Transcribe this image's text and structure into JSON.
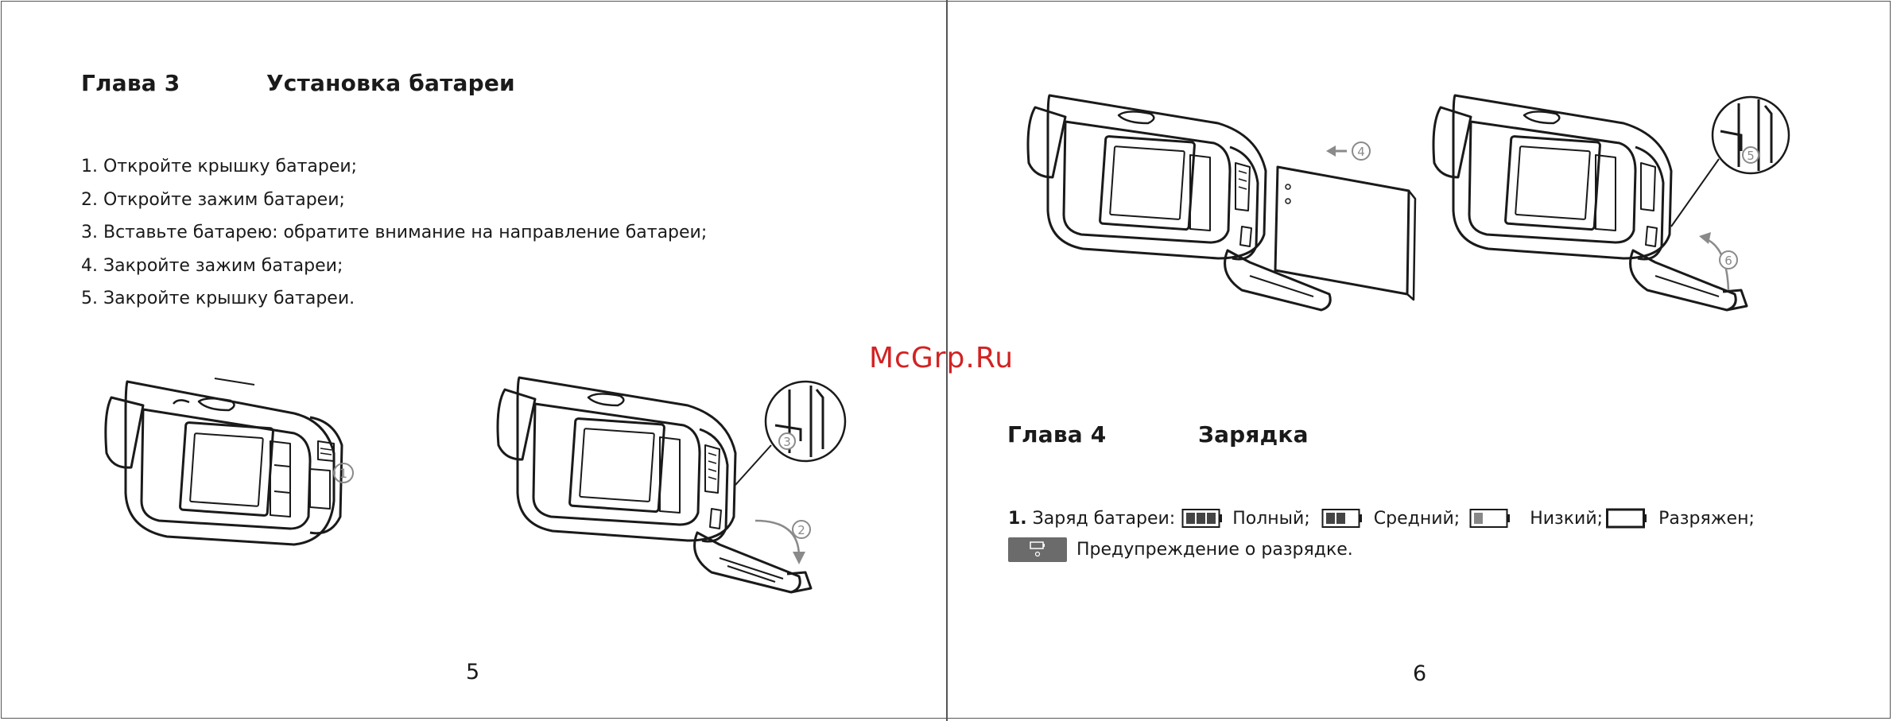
{
  "left_page": {
    "chapter_label": "Глава 3",
    "chapter_title": "Установка батареи",
    "steps": [
      "1. Откройте крышку батареи;",
      "2. Откройте зажим батареи;",
      "3. Вставьте батарею: обратите внимание на направление батареи;",
      "4. Закройте зажим батареи;",
      "5. Закройте крышку батареи."
    ],
    "callouts": [
      "①",
      "②",
      "③"
    ],
    "page_number": "5"
  },
  "right_page": {
    "callouts": [
      "④",
      "⑤",
      "⑥"
    ],
    "chapter_label": "Глава 4",
    "chapter_title": "Зарядка",
    "charge": {
      "lead": "1.",
      "label": "Заряд батареи:",
      "full": "Полный;",
      "medium": "Средний;",
      "low": "Низкий;",
      "empty": "Разряжен;"
    },
    "warning": "Предупреждение о разрядке.",
    "page_number": "6"
  },
  "watermark": "McGrp.Ru",
  "colors": {
    "ink": "#1a1a1a",
    "watermark": "#d32222",
    "badge": "#6b6b6b"
  }
}
